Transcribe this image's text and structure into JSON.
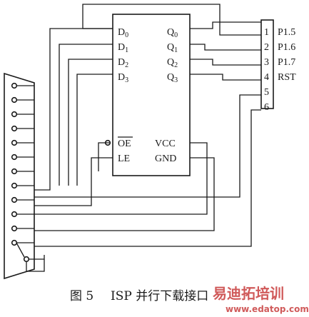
{
  "chip": {
    "left_pins": [
      "D",
      "D",
      "D",
      "D"
    ],
    "left_subs": [
      "0",
      "1",
      "2",
      "3"
    ],
    "right_pins": [
      "Q",
      "Q",
      "Q",
      "Q"
    ],
    "right_subs": [
      "0",
      "1",
      "2",
      "3"
    ],
    "oe": "OE",
    "le": "LE",
    "vcc": "VCC",
    "gnd": "GND"
  },
  "header": {
    "numbers": [
      "1",
      "2",
      "3",
      "4",
      "5",
      "6"
    ],
    "signals": [
      "P1.5",
      "P1.6",
      "P1.7",
      "RST"
    ]
  },
  "caption": {
    "figure": "图 5",
    "title": "ISP 并行下载接口"
  },
  "watermark": {
    "brand": "易迪拓培训",
    "url": "www.edatop.com"
  },
  "colors": {
    "line": "#1a1a1a",
    "watermark": "#d05a5a"
  }
}
